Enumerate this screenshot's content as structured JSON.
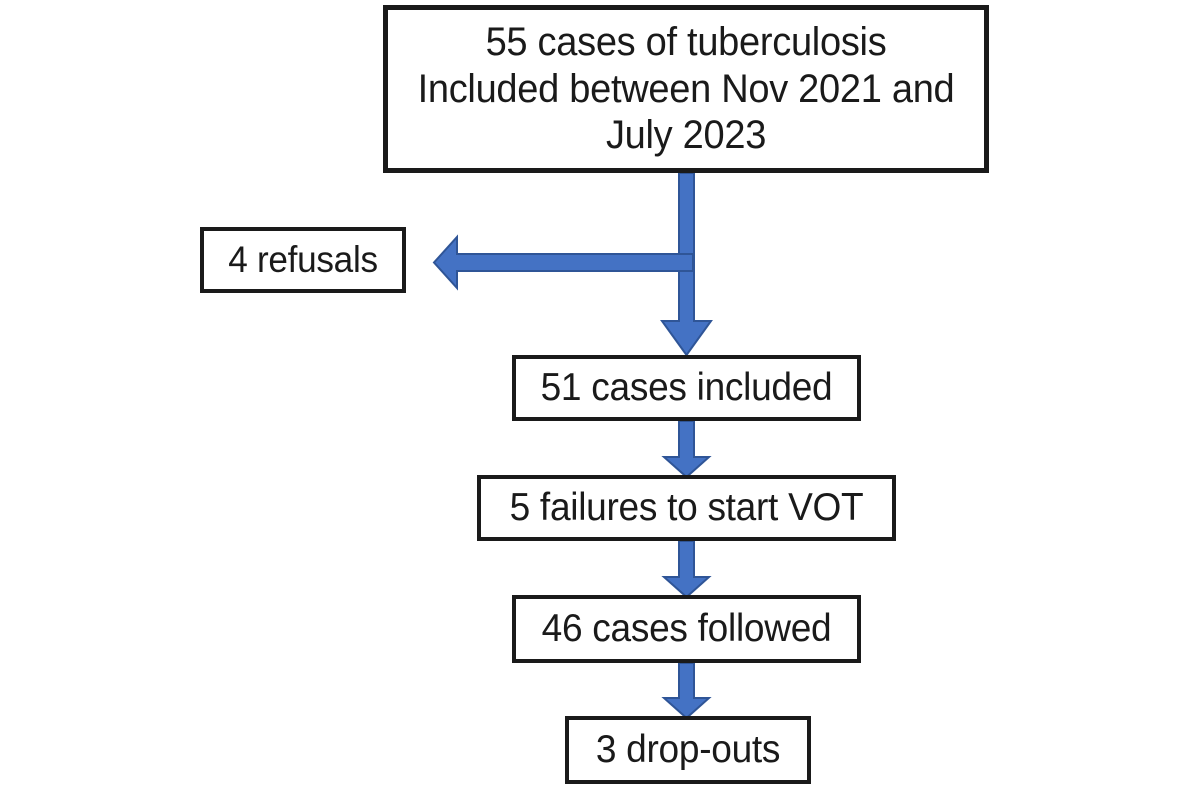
{
  "figure": {
    "type": "flowchart",
    "orientation": "top-to-bottom",
    "background_color": "#FFFFFF",
    "box_border_color": "#1A1A1A",
    "box_fill_color": "#FFFFFF",
    "arrow_color": "#4472C4",
    "arrow_outline_color": "#2F5597",
    "text_color": "#1A1A1A"
  },
  "chart_data": {
    "type": "flowchart",
    "title": "",
    "nodes": [
      {
        "id": "cohort",
        "label": "55 cases of tuberculosis\nIncluded between Nov 2021 and\nJuly 2023",
        "value": 55,
        "stage": "screened"
      },
      {
        "id": "refusals",
        "label": "4 refusals",
        "value": 4,
        "stage": "excluded"
      },
      {
        "id": "included",
        "label": "51 cases included",
        "value": 51,
        "stage": "included"
      },
      {
        "id": "failures",
        "label": "5 failures to start VOT",
        "value": 5,
        "stage": "excluded"
      },
      {
        "id": "followed",
        "label": "46 cases followed",
        "value": 46,
        "stage": "followed"
      },
      {
        "id": "dropouts",
        "label": "3 drop-outs",
        "value": 3,
        "stage": "excluded"
      }
    ],
    "edges": [
      {
        "from": "cohort",
        "to": "refusals",
        "direction": "left",
        "label": ""
      },
      {
        "from": "cohort",
        "to": "included",
        "direction": "down",
        "label": ""
      },
      {
        "from": "included",
        "to": "failures",
        "direction": "down",
        "label": ""
      },
      {
        "from": "failures",
        "to": "followed",
        "direction": "down",
        "label": ""
      },
      {
        "from": "followed",
        "to": "dropouts",
        "direction": "down",
        "label": ""
      }
    ]
  },
  "nodes": {
    "cohort": {
      "line1": "55 cases of tuberculosis",
      "line2": "Included between Nov 2021 and",
      "line3": "July 2023",
      "text": "55 cases of tuberculosis\nIncluded between Nov 2021 and\nJuly 2023"
    },
    "refusals": {
      "text": "4 refusals"
    },
    "included": {
      "text": "51 cases included"
    },
    "failures": {
      "text": "5 failures to start VOT"
    },
    "followed": {
      "text": "46 cases followed"
    },
    "dropouts": {
      "text": "3 drop-outs"
    }
  },
  "arrows": {
    "cohort_to_refusals": {
      "name": "left-arrow-to-refusals"
    },
    "cohort_to_included": {
      "name": "down-arrow-to-included"
    },
    "included_to_failures": {
      "name": "down-arrow-to-failures"
    },
    "failures_to_followed": {
      "name": "down-arrow-to-followed"
    },
    "followed_to_dropouts": {
      "name": "down-arrow-to-dropouts"
    }
  }
}
